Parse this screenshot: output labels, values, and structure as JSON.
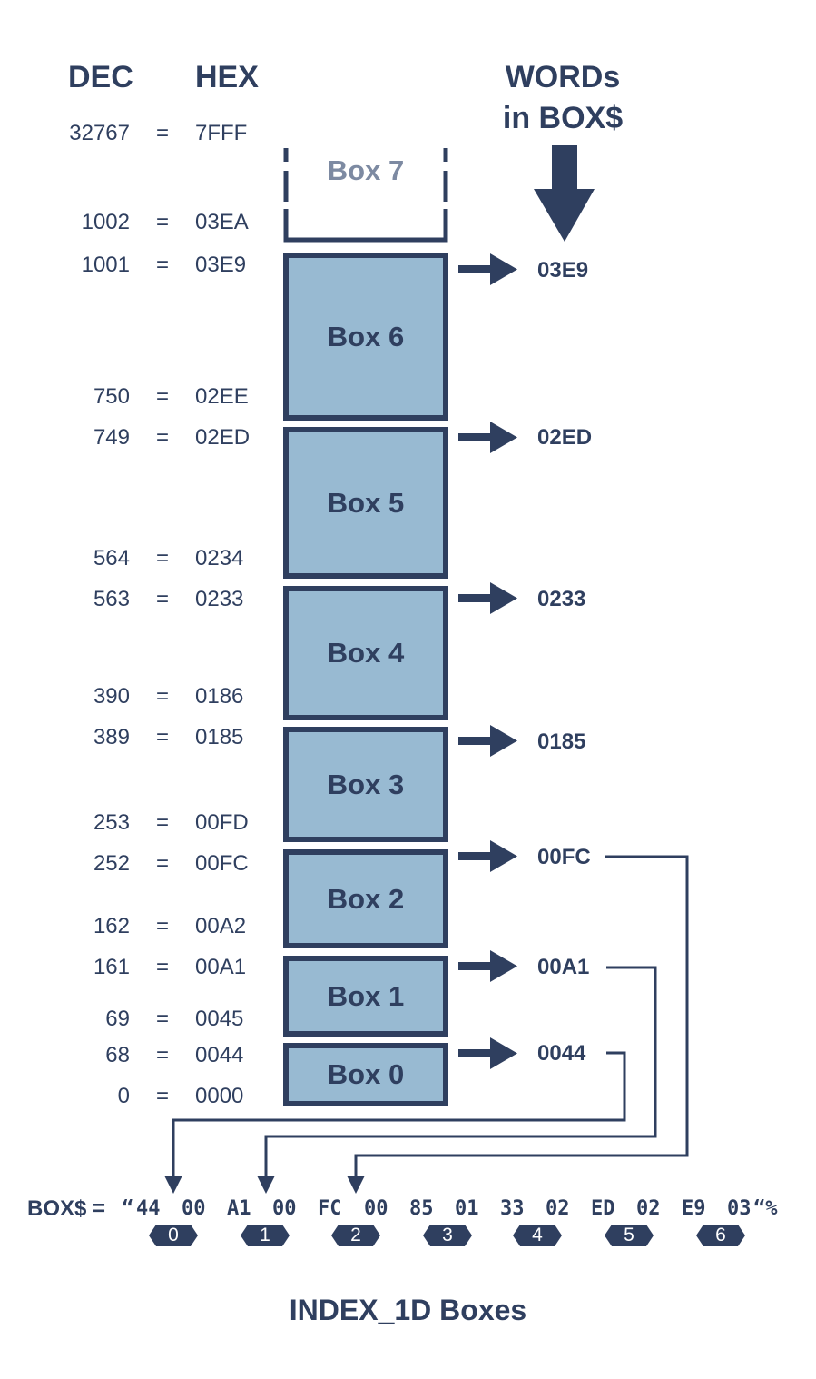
{
  "headers": {
    "dec": "DEC",
    "hex": "HEX",
    "words_line1": "WORDs",
    "words_line2": "in BOX$"
  },
  "rows": [
    {
      "dec": "32767",
      "eq": "=",
      "hex": "7FFF"
    },
    {
      "dec": "1002",
      "eq": "=",
      "hex": "03EA"
    },
    {
      "dec": "1001",
      "eq": "=",
      "hex": "03E9"
    },
    {
      "dec": "750",
      "eq": "=",
      "hex": "02EE"
    },
    {
      "dec": "749",
      "eq": "=",
      "hex": "02ED"
    },
    {
      "dec": "564",
      "eq": "=",
      "hex": "0234"
    },
    {
      "dec": "563",
      "eq": "=",
      "hex": "0233"
    },
    {
      "dec": "390",
      "eq": "=",
      "hex": "0186"
    },
    {
      "dec": "389",
      "eq": "=",
      "hex": "0185"
    },
    {
      "dec": "253",
      "eq": "=",
      "hex": "00FD"
    },
    {
      "dec": "252",
      "eq": "=",
      "hex": "00FC"
    },
    {
      "dec": "162",
      "eq": "=",
      "hex": "00A2"
    },
    {
      "dec": "161",
      "eq": "=",
      "hex": "00A1"
    },
    {
      "dec": "69",
      "eq": "=",
      "hex": "0045"
    },
    {
      "dec": "68",
      "eq": "=",
      "hex": "0044"
    },
    {
      "dec": "0",
      "eq": "=",
      "hex": "0000"
    }
  ],
  "boxes": [
    "Box 0",
    "Box 1",
    "Box 2",
    "Box 3",
    "Box 4",
    "Box 5",
    "Box 6",
    "Box 7"
  ],
  "words": [
    "03E9",
    "02ED",
    "0233",
    "0185",
    "00FC",
    "00A1",
    "0044"
  ],
  "box_string": {
    "label": "BOX$ =",
    "open_quote": "“",
    "close": "“%",
    "bytes": [
      "44",
      "00",
      "A1",
      "00",
      "FC",
      "00",
      "85",
      "01",
      "33",
      "02",
      "ED",
      "02",
      "E9",
      "03"
    ]
  },
  "indices": [
    "0",
    "1",
    "2",
    "3",
    "4",
    "5",
    "6"
  ],
  "footer_title": "INDEX_1D Boxes",
  "colors": {
    "dark": "#2f3f5f",
    "box_fill": "#98bad2",
    "box7_text": "#7d8aa2"
  }
}
